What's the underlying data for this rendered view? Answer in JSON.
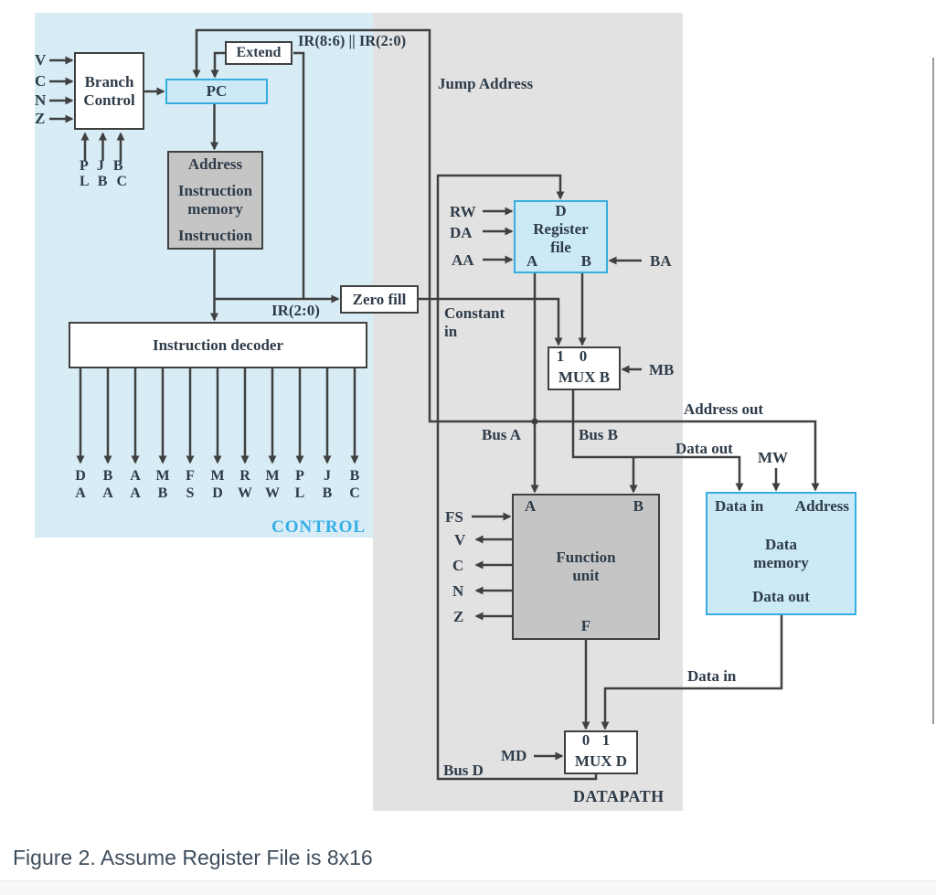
{
  "caption": "Figure 2. Assume Register File is 8x16",
  "colors": {
    "control_panel": "#d8ecf6",
    "datapath_panel": "#e2e2e2",
    "cyan_box_fill": "#cce9f6",
    "cyan_box_border": "#36ade0",
    "gray_box_fill": "#c5c5c5",
    "wire": "#3f4040",
    "control_label": "#35aee6"
  },
  "regions": {
    "control": "CONTROL",
    "datapath": "DATAPATH"
  },
  "blocks": {
    "branch_control": "Branch\nControl",
    "pc": "PC",
    "extend": "Extend",
    "instruction_memory": {
      "top": "Address",
      "center": "Instruction\nmemory",
      "bottom": "Instruction"
    },
    "zero_fill": "Zero fill",
    "instruction_decoder": "Instruction decoder",
    "register_file": {
      "d": "D",
      "line1": "Register",
      "line2": "file",
      "a": "A",
      "b": "B"
    },
    "mux_b": {
      "in_left": "1",
      "in_right": "0",
      "label": "MUX B"
    },
    "function_unit": {
      "a": "A",
      "b": "B",
      "center": "Function\nunit",
      "f": "F"
    },
    "data_memory": {
      "in": "Data in",
      "addr": "Address",
      "center": "Data\nmemory",
      "out": "Data out"
    },
    "mux_d": {
      "in_left": "0",
      "in_right": "1",
      "label": "MUX D"
    }
  },
  "signals": {
    "status_inputs": [
      "V",
      "C",
      "N",
      "Z"
    ],
    "branch_feedback_row1": "P J B",
    "branch_feedback_row2": "L B C",
    "ir_concat": "IR(8:6) || IR(2:0)",
    "ir_low": "IR(2:0)",
    "jump_address": "Jump Address",
    "constant_in": "Constant\nin",
    "rw": "RW",
    "da": "DA",
    "aa": "AA",
    "ba": "BA",
    "mb": "MB",
    "md": "MD",
    "mw": "MW",
    "fs": "FS",
    "flags_out": [
      "V",
      "C",
      "N",
      "Z"
    ],
    "bus_a": "Bus A",
    "bus_b": "Bus B",
    "bus_d": "Bus D",
    "address_out": "Address out",
    "data_out": "Data out",
    "data_in": "Data in"
  },
  "decoder_outputs": [
    {
      "top": "D",
      "bottom": "A"
    },
    {
      "top": "B",
      "bottom": "A"
    },
    {
      "top": "A",
      "bottom": "A"
    },
    {
      "top": "M",
      "bottom": "B"
    },
    {
      "top": "F",
      "bottom": "S"
    },
    {
      "top": "M",
      "bottom": "D"
    },
    {
      "top": "R",
      "bottom": "W"
    },
    {
      "top": "M",
      "bottom": "W"
    },
    {
      "top": "P",
      "bottom": "L"
    },
    {
      "top": "J",
      "bottom": "B"
    },
    {
      "top": "B",
      "bottom": "C"
    }
  ]
}
